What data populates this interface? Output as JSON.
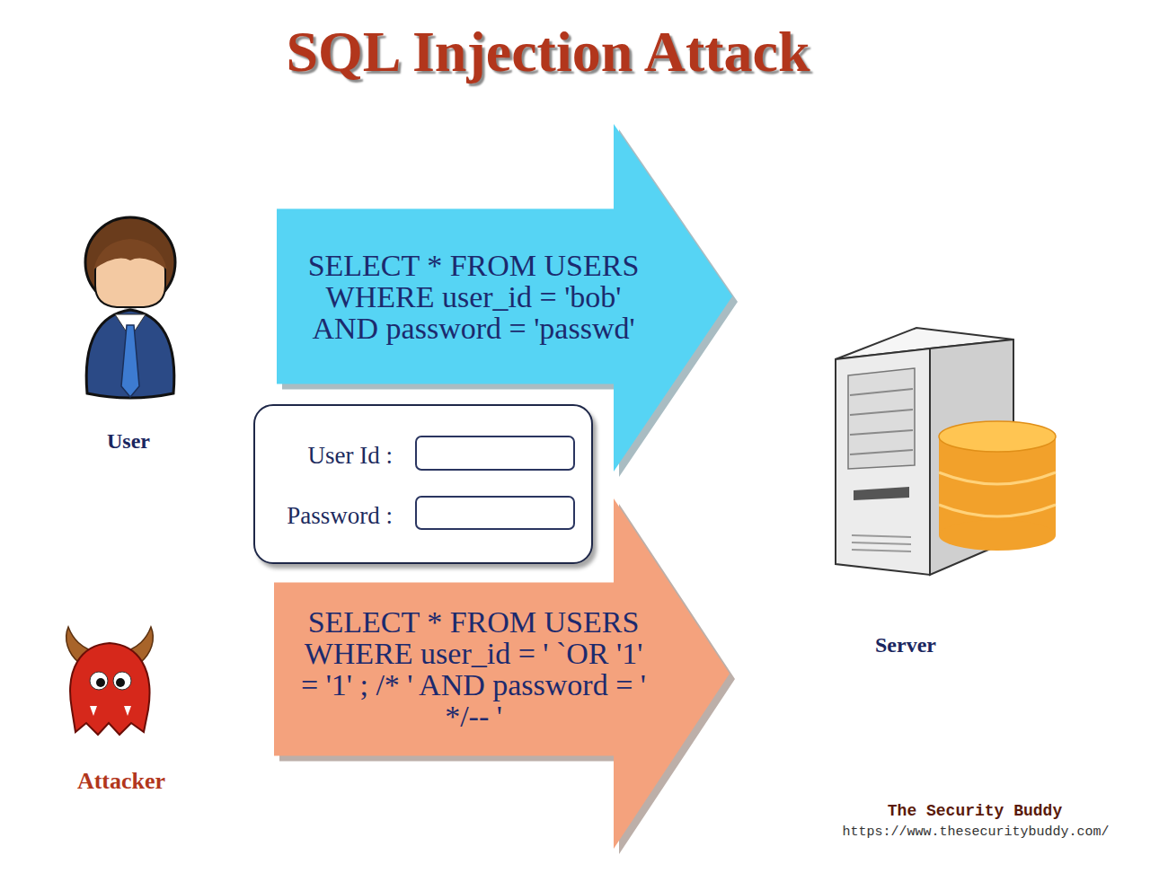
{
  "diagram": {
    "title": "SQL Injection Attack",
    "nodes": [
      {
        "text": [
          "SELECT * FROM USERS WHERE user_id = 'bob' AND password = 'passwd'"
        ]
      },
      {
        "text": [
          "User Id :",
          "Password :"
        ]
      },
      {
        "text": [
          "SELECT * FROM USERS WHERE user_id = ' `OR '1' = '1' ; /* ' AND password = ' */-- '"
        ]
      }
    ],
    "labels": [
      "User",
      "Attacker",
      "Server",
      "The Security Buddy",
      "https://www.thesecuritybuddy.com/"
    ]
  }
}
